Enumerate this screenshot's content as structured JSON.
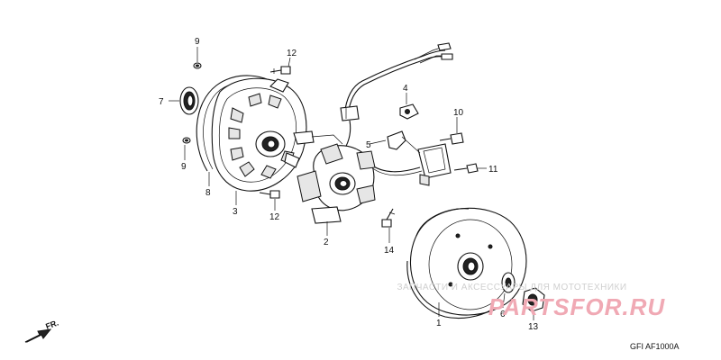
{
  "callouts": {
    "c9a": "9",
    "c12a": "12",
    "c7": "7",
    "c4": "4",
    "c10": "10",
    "c5": "5",
    "c9b": "9",
    "c11": "11",
    "c8": "8",
    "c3": "3",
    "c12b": "12",
    "c2": "2",
    "c14": "14",
    "c6": "6",
    "c1": "1",
    "c13": "13"
  },
  "watermark": {
    "top": "ЗАПЧАСТИ И АКСЕССУАРЫ ДЛЯ МОТОТЕХНИКИ",
    "main": "PARTSFOR.RU"
  },
  "direction_label": "FR.",
  "diagram_code": "GFI AF1000A"
}
